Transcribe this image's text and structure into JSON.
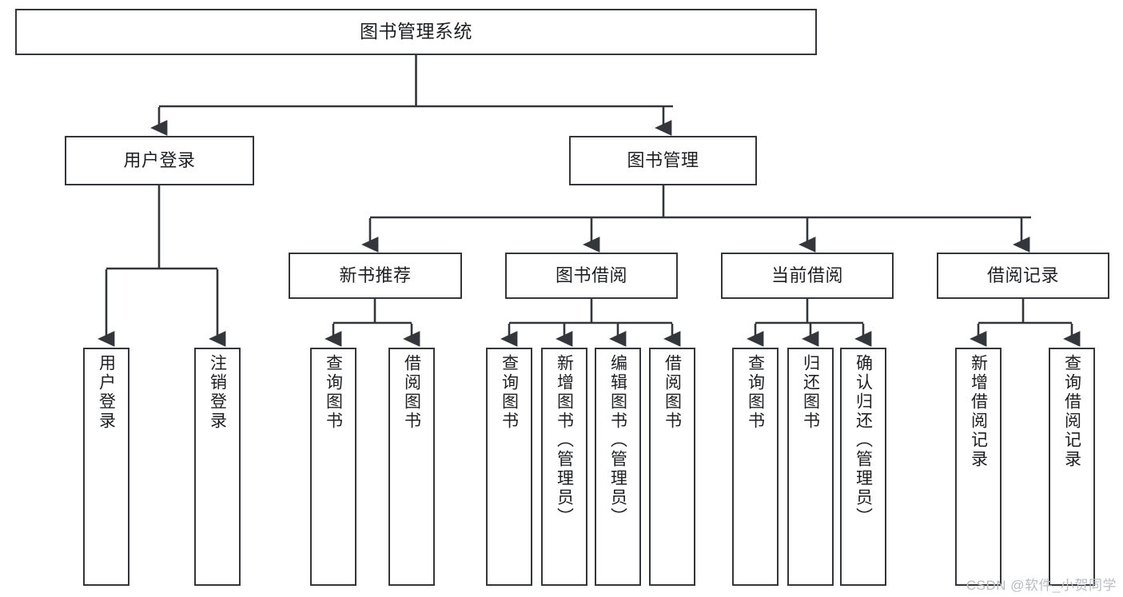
{
  "diagram": {
    "title": "图书管理系统",
    "style": {
      "box_border_color": "#33363b",
      "box_fill_color": "#ffffff",
      "connector_color": "#33363b",
      "background_color": "#ffffff",
      "watermark_color": "#b9bcc0"
    },
    "levels": {
      "root": {
        "label": "图书管理系统"
      },
      "level1": [
        {
          "label": "用户登录"
        },
        {
          "label": "图书管理"
        }
      ],
      "level2": [
        {
          "label": "新书推荐"
        },
        {
          "label": "图书借阅"
        },
        {
          "label": "当前借阅"
        },
        {
          "label": "借阅记录"
        }
      ],
      "leaves": {
        "user_login": [
          {
            "label": "用户登录"
          },
          {
            "label": "注销登录"
          }
        ],
        "new_book_recommend": [
          {
            "label": "查询图书"
          },
          {
            "label": "借阅图书"
          }
        ],
        "book_borrow": [
          {
            "label": "查询图书"
          },
          {
            "label": "新增图书（管理员）"
          },
          {
            "label": "编辑图书（管理员）"
          },
          {
            "label": "借阅图书"
          }
        ],
        "current_borrow": [
          {
            "label": "查询图书"
          },
          {
            "label": "归还图书"
          },
          {
            "label": "确认归还（管理员）"
          }
        ],
        "borrow_record": [
          {
            "label": "新增借阅记录"
          },
          {
            "label": "查询借阅记录"
          }
        ]
      }
    },
    "watermark": "CSDN @软件_小贺同学"
  }
}
